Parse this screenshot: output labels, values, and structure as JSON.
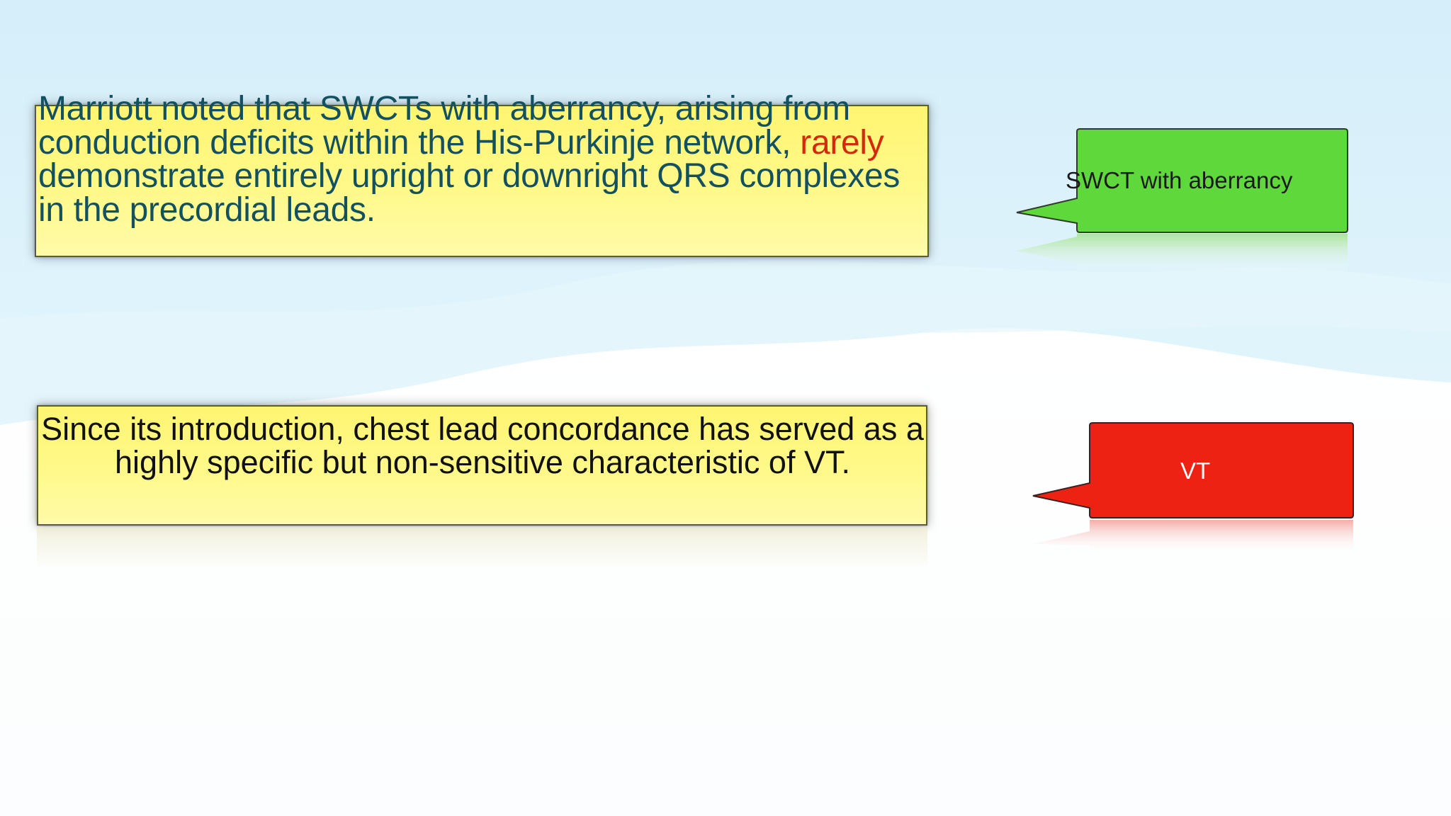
{
  "note_top": {
    "text_before": "Marriott noted that SWCTs with aberrancy, arising from conduction deficits within the His-Purkinje network, ",
    "emphasis": "rarely",
    "text_after": " demonstrate entirely upright or downright QRS complexes in the precordial leads.",
    "text_color": "#145160",
    "emphasis_color": "#d42a0c"
  },
  "note_bottom": {
    "text": "Since its introduction, chest lead concordance has served as a highly specific but non-sensitive characteristic of VT."
  },
  "callouts": {
    "green": {
      "label": "SWCT with aberrancy",
      "color": "#5fd83c"
    },
    "red": {
      "label": "VT",
      "color": "#ee2212"
    }
  },
  "colors": {
    "note_fill": "#fff680",
    "background_tint": "#d9f1fa"
  }
}
